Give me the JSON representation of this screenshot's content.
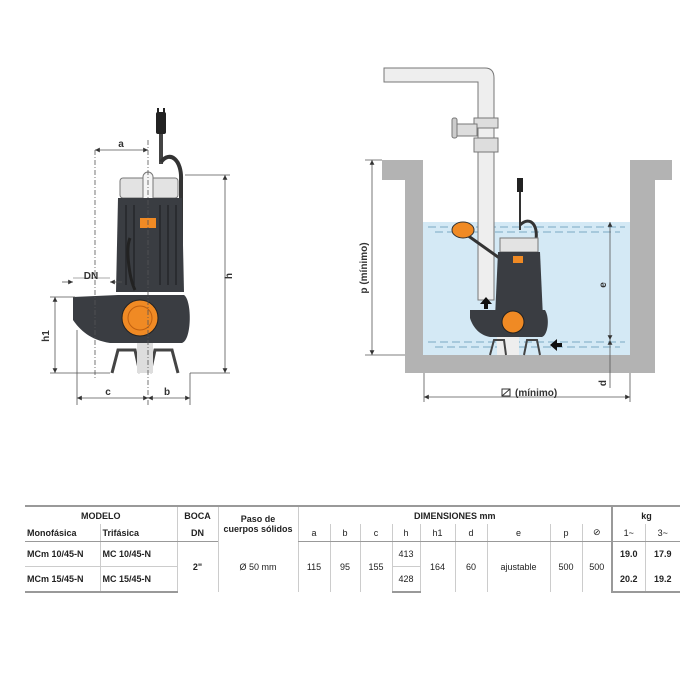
{
  "diagram_left": {
    "labels": {
      "a": "a",
      "dn": "DN",
      "h": "h",
      "h1": "h1",
      "c": "c",
      "b": "b"
    }
  },
  "diagram_right": {
    "labels": {
      "p": "p  (mínimo)",
      "e": "e",
      "d": "d",
      "width": "(mínimo)",
      "width_symbol": "square-diagonal-icon"
    }
  },
  "colors": {
    "pump_body": "#3a3d42",
    "accent": "#f08a24",
    "water": "#cfe6f3",
    "wall": "#b3b3b3"
  },
  "table": {
    "modelo": "MODELO",
    "monofasica": "Monofásica",
    "trifasica": "Trifásica",
    "boca": "BOCA",
    "dn": "DN",
    "paso_1": "Paso de",
    "paso_2": "cuerpos sólidos",
    "dimensiones": "DIMENSIONES mm",
    "kg": "kg",
    "cols": {
      "a": "a",
      "b": "b",
      "c": "c",
      "h": "h",
      "h1": "h1",
      "d": "d",
      "e": "e",
      "p": "p",
      "sq": "⊘",
      "mono": "1~",
      "tri": "3~"
    },
    "rows": [
      {
        "mono": "MCm 10/45-N",
        "tri": "MC 10/45-N",
        "h": "413",
        "kg_mono": "19.0",
        "kg_tri": "17.9"
      },
      {
        "mono": "MCm 15/45-N",
        "tri": "MC 15/45-N",
        "h": "428",
        "kg_mono": "20.2",
        "kg_tri": "19.2"
      }
    ],
    "shared": {
      "dn": "2\"",
      "paso": "Ø 50 mm",
      "a": "115",
      "b": "95",
      "c": "155",
      "h1": "164",
      "d": "60",
      "e": "ajustable",
      "p": "500",
      "sq": "500"
    }
  }
}
